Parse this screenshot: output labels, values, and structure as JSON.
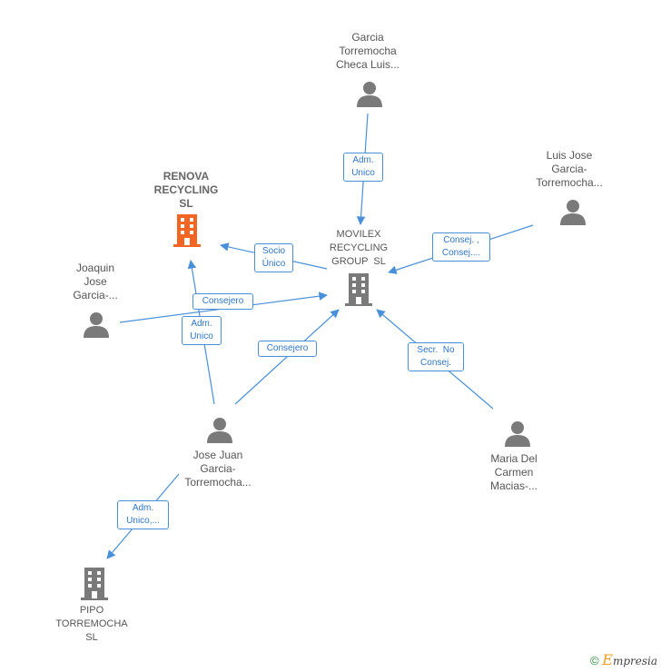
{
  "nodes": {
    "garcia_checa": "Garcia Torremocha Checa Luis...",
    "luis_jose": "Luis Jose Garcia-Torremocha...",
    "renova": "RENOVA RECYCLING SL",
    "movilex": "MOVILEX RECYCLING GROUP SL",
    "joaquin": "Joaquin Jose Garcia-...",
    "jose_juan": "Jose Juan Garcia-Torremocha...",
    "maria": "Maria Del Carmen Macias-...",
    "pipo": "PIPO TORREMOCHA SL"
  },
  "node_lines": {
    "garcia_checa": [
      "Garcia",
      "Torremocha",
      "Checa Luis..."
    ],
    "luis_jose": [
      "Luis Jose",
      "Garcia-",
      "Torremocha..."
    ],
    "renova": [
      "RENOVA",
      "RECYCLING",
      "SL"
    ],
    "movilex": [
      "MOVILEX",
      "RECYCLING",
      "GROUP  SL"
    ],
    "joaquin": [
      "Joaquin",
      "Jose",
      "Garcia-..."
    ],
    "jose_juan": [
      "Jose Juan",
      "Garcia-",
      "Torremocha..."
    ],
    "maria": [
      "Maria Del",
      "Carmen",
      "Macias-..."
    ],
    "pipo": [
      "PIPO",
      "TORREMOCHA",
      "SL"
    ]
  },
  "edges": {
    "adm_unico_top": [
      "Adm.",
      "Unico"
    ],
    "socio_unico": [
      "Socio",
      "Único"
    ],
    "consej_consej": [
      "Consej. ,",
      "Consej...."
    ],
    "consejero_joaquin": [
      "Consejero"
    ],
    "adm_unico_renova": [
      "Adm.",
      "Unico"
    ],
    "consejero_jose": [
      "Consejero"
    ],
    "secr_no_consej": [
      "Secr.  No",
      "Consej."
    ],
    "adm_unico_pipo": [
      "Adm.",
      "Unico,..."
    ]
  },
  "colors": {
    "edge": "#4a90d9",
    "person_icon": "#7a7a7a",
    "company_icon": "#7a7a7a",
    "highlight_company_icon": "#f26522"
  },
  "footer": {
    "copyright": "©",
    "brand_first": "E",
    "brand_rest": "mpresia"
  }
}
